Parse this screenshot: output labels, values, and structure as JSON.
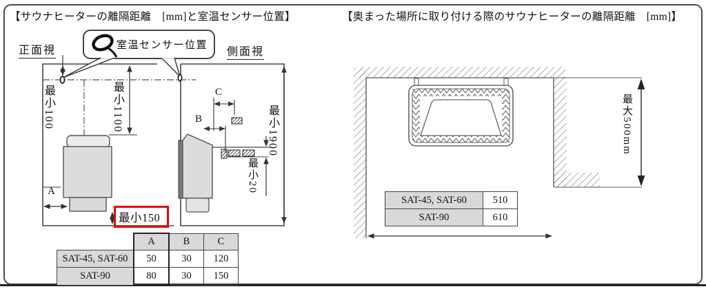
{
  "figure": {
    "left_section": {
      "title": "【サウナヒーターの離隔距離　[mm]と室温センサー位置】",
      "front_view_label": "正面視",
      "side_view_label": "側面視",
      "sensor_callout_label": "室温センサー位置",
      "dims": {
        "ceiling_to_sensor": "最小100",
        "ceiling_to_heater_top": "最小1100",
        "room_height": "最小1900",
        "top_clearance": "最小20",
        "floor_clearance": "最小150",
        "dim_a": "A",
        "dim_b": "B",
        "dim_c": "C"
      },
      "table": {
        "headers": [
          "A",
          "B",
          "C"
        ],
        "rows": [
          {
            "model": "SAT-45, SAT-60",
            "a": "50",
            "b": "30",
            "c": "120"
          },
          {
            "model": "SAT-90",
            "a": "80",
            "b": "30",
            "c": "150"
          }
        ]
      }
    },
    "right_section": {
      "title": "【奥まった場所に取り付ける際のサウナヒーターの離隔距離　[mm]】",
      "dims": {
        "recess_depth": "最大500mm"
      },
      "table": {
        "rows": [
          {
            "model": "SAT-45, SAT-60",
            "value": "510"
          },
          {
            "model": "SAT-90",
            "value": "610"
          }
        ]
      }
    },
    "colors": {
      "highlight_red": "#e60000",
      "table_header_bg": "#d9d9d9",
      "line": "#444444"
    }
  }
}
